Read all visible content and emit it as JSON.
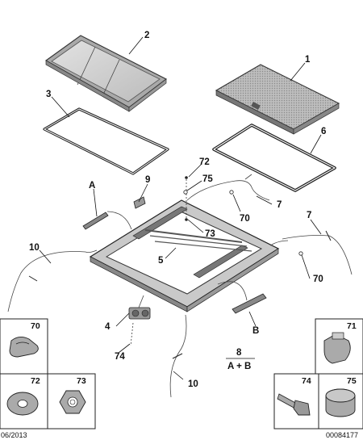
{
  "callouts": {
    "c1": "1",
    "c2": "2",
    "c3": "3",
    "c4": "4",
    "c5": "5",
    "c6": "6",
    "c7a": "7",
    "c7b": "7",
    "c8": "8",
    "c8_formula": "A + B",
    "c9": "9",
    "c10a": "10",
    "c10b": "10",
    "c70a": "70",
    "c70b": "70",
    "c72": "72",
    "c73": "73",
    "c74": "74",
    "c75": "75",
    "cA": "A",
    "cB": "B"
  },
  "legend_boxes": {
    "b70": "70",
    "b71": "71",
    "b72": "72",
    "b73": "73",
    "b74": "74",
    "b75": "75"
  },
  "footer": {
    "date": "06/2013",
    "ref": "00084177"
  },
  "colors": {
    "line": "#222222",
    "glass": "#b9b9b9",
    "glass_light": "#d2d2d2",
    "frame": "#9a9a9a",
    "hardware": "#888888"
  }
}
